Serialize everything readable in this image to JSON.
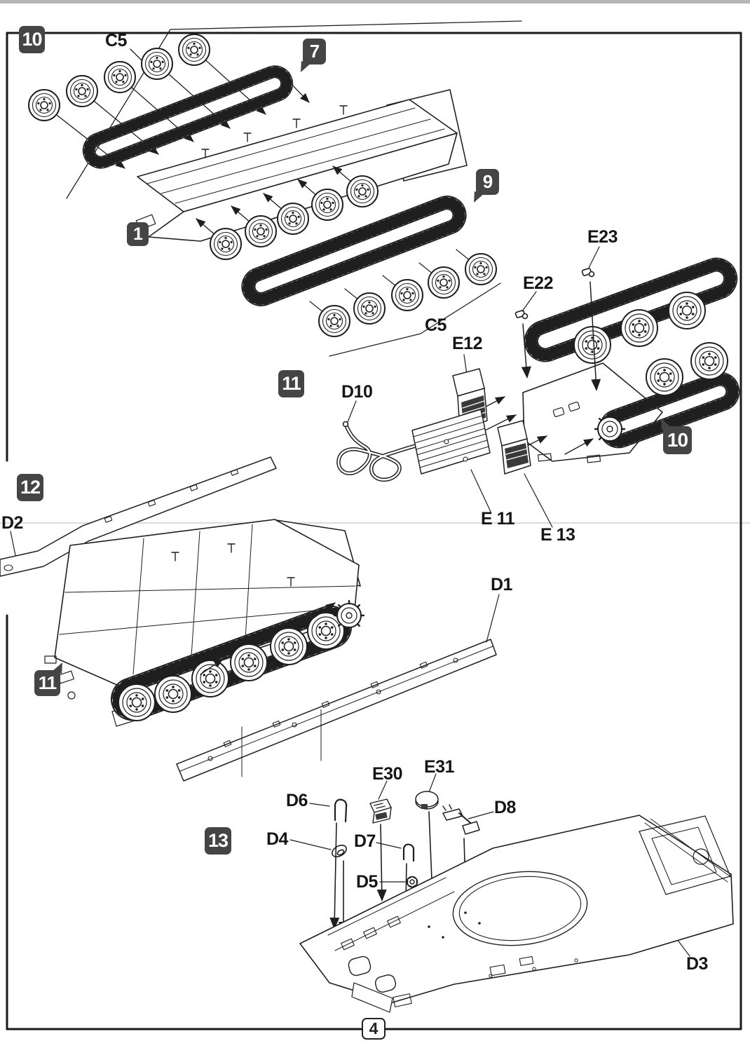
{
  "document": {
    "kind": "model-kit assembly instruction sheet",
    "page": {
      "number": "4"
    }
  },
  "colors": {
    "paper": "#ffffff",
    "ink": "#1f1f1f",
    "badge_bg": "#454545",
    "badge_fg": "#ffffff"
  },
  "step_badges": {
    "s10": "10",
    "s11": "11",
    "s12": "12",
    "s13": "13"
  },
  "callout_badges": {
    "c7": "7",
    "c1": "1",
    "c9": "9",
    "c10": "10",
    "c11": "11"
  },
  "part_labels": {
    "c5_top": "C5",
    "c5_bottom": "C5",
    "e22": "E22",
    "e23": "E23",
    "e12": "E12",
    "d10": "D10",
    "e11": "E 11",
    "e13": "E 13",
    "d2": "D2",
    "d1": "D1",
    "d6": "D6",
    "d4": "D4",
    "e30": "E30",
    "e31": "E31",
    "d8": "D8",
    "d7": "D7",
    "d5": "D5",
    "d3": "D3"
  }
}
